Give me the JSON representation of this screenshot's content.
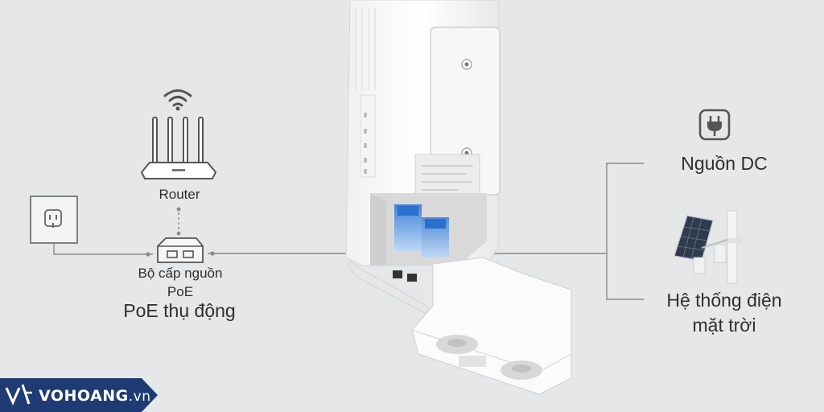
{
  "labels": {
    "router": "Router",
    "poe_injector_line1": "Bộ cấp nguồn",
    "poe_injector_line2": "PoE",
    "passive_poe": "PoE thụ động",
    "dc_power": "Nguồn DC",
    "solar_line1": "Hệ thống điện",
    "solar_line2": "mặt trời"
  },
  "brand": {
    "name": "VOHOANG",
    "domain": ".vn"
  },
  "colors": {
    "background": "#e6e7e9",
    "line": "#8a8a8a",
    "brand_bg": "#1f3b73",
    "port_glow": "#4a8fe0"
  },
  "icons": {
    "wifi": "wifi-icon",
    "router": "router-icon",
    "outlet": "wall-outlet-icon",
    "injector": "poe-injector-icon",
    "dc_plug": "power-plug-icon",
    "solar": "solar-panel-icon"
  }
}
